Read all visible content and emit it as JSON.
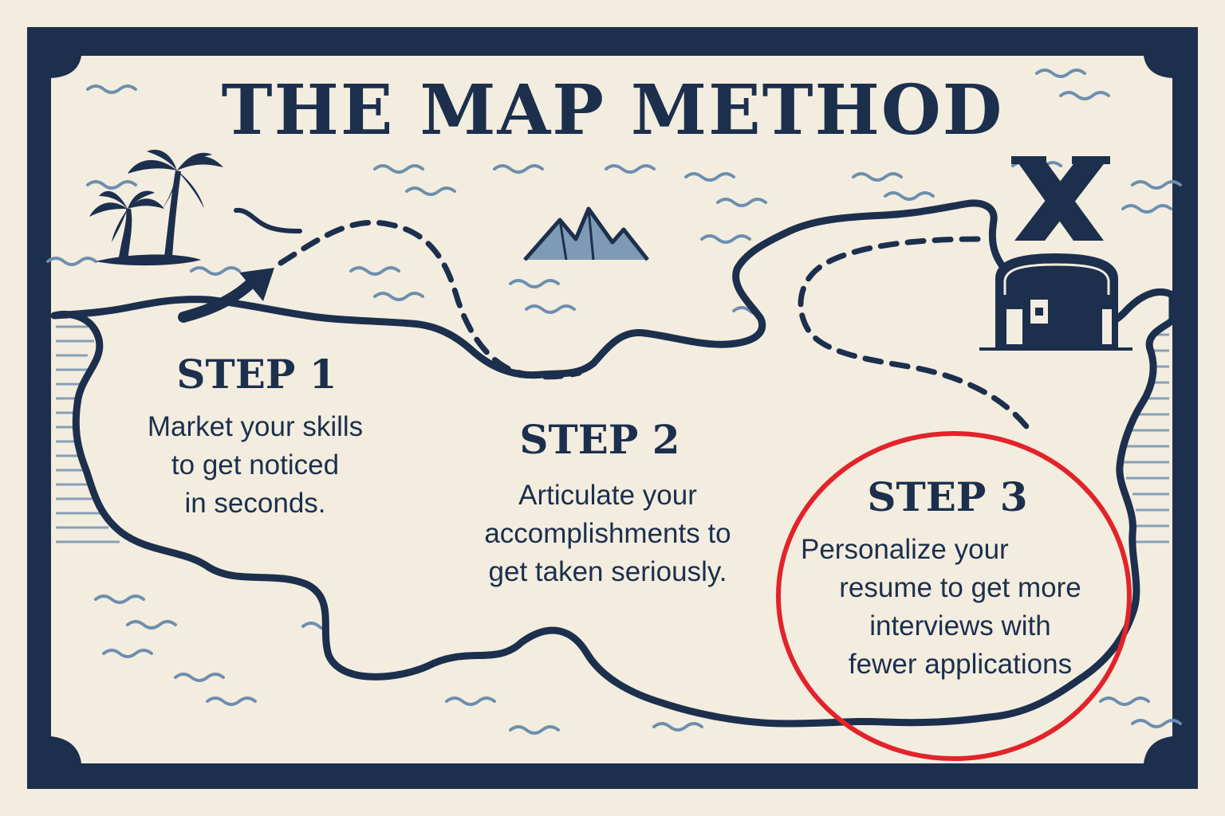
{
  "title": "THE MAP METHOD",
  "steps": [
    {
      "heading": "STEP 1",
      "lines": [
        "Market your skills",
        "to get noticed",
        "in seconds."
      ]
    },
    {
      "heading": "STEP 2",
      "lines": [
        "Articulate your",
        "accomplishments to",
        "get taken seriously."
      ]
    },
    {
      "heading": "STEP 3",
      "lines": [
        "Personalize your",
        "resume to get  more",
        "interviews with",
        "fewer applications"
      ]
    }
  ],
  "icons": [
    "palm-trees-icon",
    "arrow-icon",
    "mountains-icon",
    "x-mark-icon",
    "treasure-chest-icon"
  ],
  "colors": {
    "ink": "#1c2f4d",
    "waves": "#6d8eae",
    "paper": "#f3ede0",
    "highlight": "#e2232a"
  }
}
